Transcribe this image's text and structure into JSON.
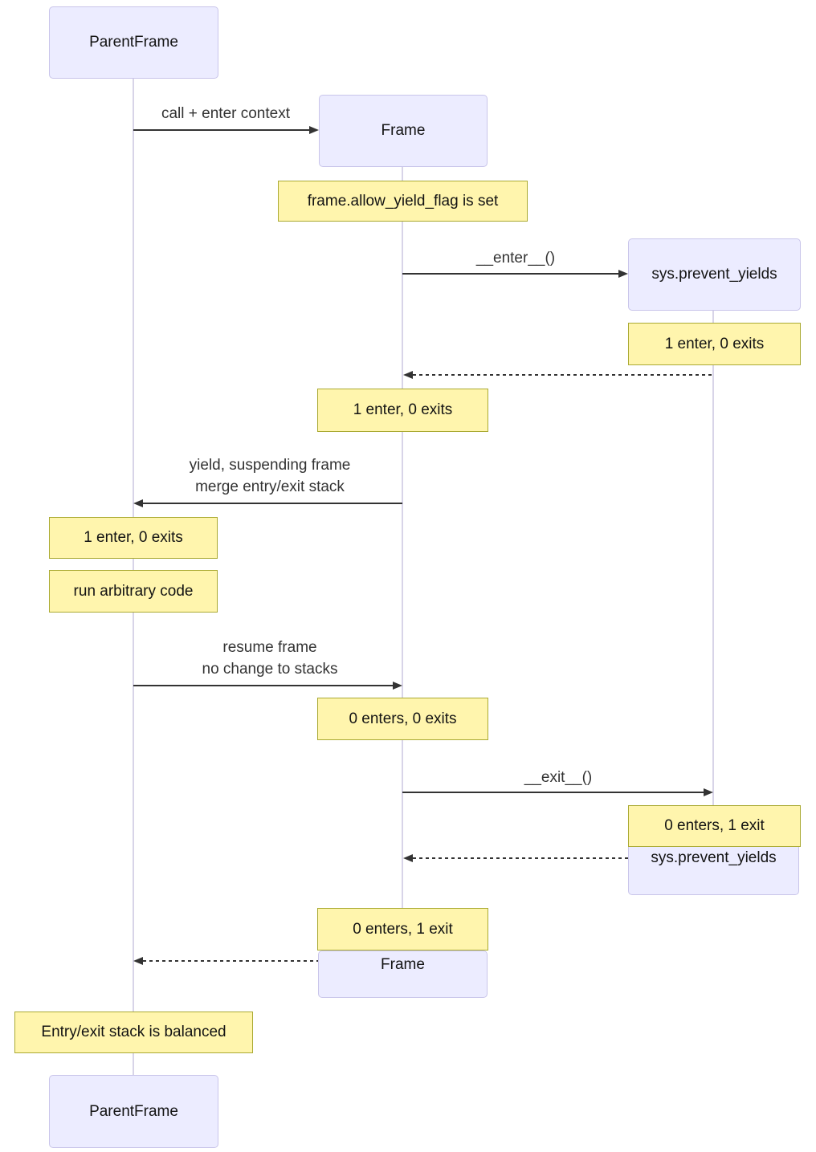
{
  "diagram_type": "sequence-diagram",
  "colors": {
    "actor_fill": "#ECECFF",
    "actor_border": "#C9C5EA",
    "note_fill": "#FFF5AD",
    "note_border": "#AAAA33",
    "line": "#333333",
    "lifeline": "#D8D4E8",
    "text": "#131313",
    "message_text": "#333333"
  },
  "actors": {
    "parent_top": "ParentFrame",
    "frame_top": "Frame",
    "sys_top": "sys.prevent_yields",
    "sys_bottom": "sys.prevent_yields",
    "frame_bottom": "Frame",
    "parent_bottom": "ParentFrame"
  },
  "messages": {
    "call_enter": "call + enter context",
    "enter": "__enter__()",
    "yield_line1": "yield, suspending frame",
    "yield_line2": "merge entry/exit stack",
    "resume_line1": "resume frame",
    "resume_line2": "no change to stacks",
    "exit": "__exit__()"
  },
  "notes": {
    "allow_yield_flag": "frame.allow_yield_flag is set",
    "sys_after_enter": "1 enter, 0 exits",
    "frame_after_enter": "1 enter, 0 exits",
    "parent_after_yield": "1 enter, 0 exits",
    "run_arbitrary_code": "run arbitrary code",
    "frame_after_resume": "0 enters, 0 exits",
    "sys_after_exit": "0 enters, 1 exit",
    "frame_after_exit": "0 enters, 1 exit",
    "stack_balanced": "Entry/exit stack is balanced"
  }
}
